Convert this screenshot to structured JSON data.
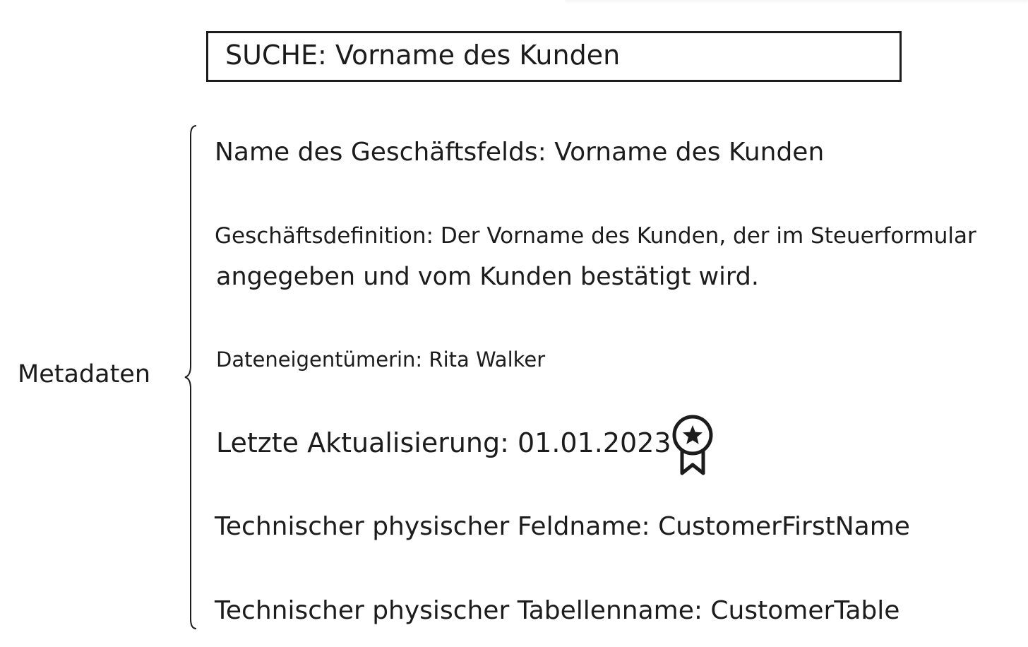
{
  "search": {
    "text": "SUCHE: Vorname des Kunden"
  },
  "side_label": "Metadaten",
  "metadata": {
    "business_name": "Name des Geschäftsfelds: Vorname des Kunden",
    "definition_line1": "Geschäftsdefinition: Der Vorname des Kunden, der im Steuerformular",
    "definition_line2": "angegeben und vom Kunden bestätigt wird.",
    "owner": "Dateneigentümerin: Rita Walker",
    "last_update": "Letzte Aktualisierung: 01.01.2023",
    "technical_field": "Technischer physischer Feldname: CustomerFirstName",
    "technical_table": "Technischer physischer Tabellenname: CustomerTable"
  },
  "icons": {
    "certified": "award-ribbon-icon"
  },
  "colors": {
    "ink": "#1c1c1c",
    "background": "#ffffff"
  }
}
